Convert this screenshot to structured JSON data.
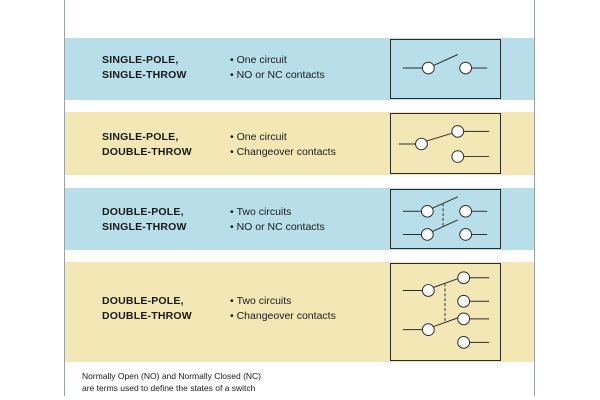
{
  "colors": {
    "blue_band": "#b8dfe9",
    "yellow_band": "#f3e7b5",
    "line": "#2b2b2b",
    "contact_fill": "#ffffff"
  },
  "rows": [
    {
      "title_line1": "SINGLE-POLE,",
      "title_line2": "SINGLE-THROW",
      "bullet1": "One circuit",
      "bullet2": "NO or NC contacts",
      "diagram_icon": "spst-switch-icon"
    },
    {
      "title_line1": "SINGLE-POLE,",
      "title_line2": "DOUBLE-THROW",
      "bullet1": "One circuit",
      "bullet2": "Changeover contacts",
      "diagram_icon": "spdt-switch-icon"
    },
    {
      "title_line1": "DOUBLE-POLE,",
      "title_line2": "SINGLE-THROW",
      "bullet1": "Two circuits",
      "bullet2": "NO or NC contacts",
      "diagram_icon": "dpst-switch-icon"
    },
    {
      "title_line1": "DOUBLE-POLE,",
      "title_line2": "DOUBLE-THROW",
      "bullet1": "Two circuits",
      "bullet2": "Changeover contacts",
      "diagram_icon": "dpdt-switch-icon"
    }
  ],
  "footnote": {
    "line1": "Normally Open (NO) and Normally Closed (NC)",
    "line2": "are terms used to define the states of a switch"
  }
}
